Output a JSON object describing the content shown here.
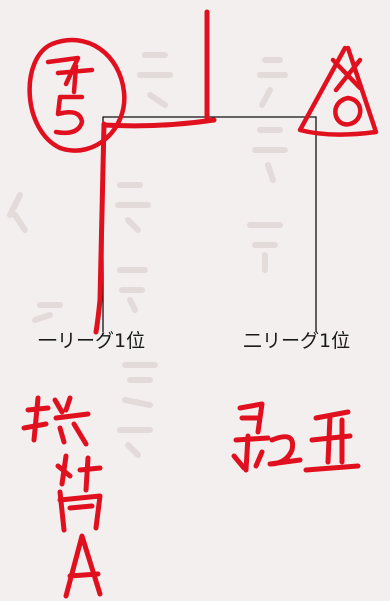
{
  "bracket": {
    "left_label": "一リーグ1位",
    "right_label": "二リーグ1位"
  },
  "annotations": {
    "left_score_top": "7",
    "left_score_bottom": "5",
    "right_score_top": "X",
    "right_score_bottom": "0",
    "left_team": "磯崎A",
    "right_team": "緑丘"
  },
  "colors": {
    "background": "#f2efee",
    "bracket_line": "#111111",
    "ink": "#e0101f",
    "faint_print": "#d8cfcc"
  }
}
